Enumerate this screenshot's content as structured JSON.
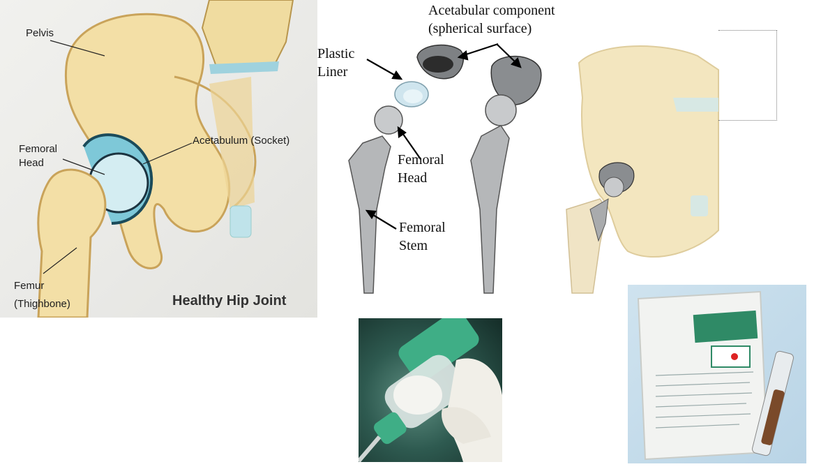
{
  "anatomy": {
    "pelvis": "Pelvis",
    "femoral_head_line1": "Femoral",
    "femoral_head_line2": "Head",
    "acetabulum": "Acetabulum (Socket)",
    "femur_line1": "Femur",
    "femur_line2": "(Thighbone)",
    "title": "Healthy Hip Joint"
  },
  "implant": {
    "acetabular_line1": "Acetabular component",
    "acetabular_line2": "(spherical surface)",
    "plastic_line1": "Plastic",
    "plastic_line2": "Liner",
    "head_line1": "Femoral",
    "head_line2": "Head",
    "stem_line1": "Femoral",
    "stem_line2": "Stem"
  },
  "colors": {
    "bone": "#f3dfa6",
    "bone_dark": "#d9b86a",
    "cartilage": "#bfe3ea",
    "metal": "#9a9c9e",
    "surgical_green": "#2f8a66"
  }
}
